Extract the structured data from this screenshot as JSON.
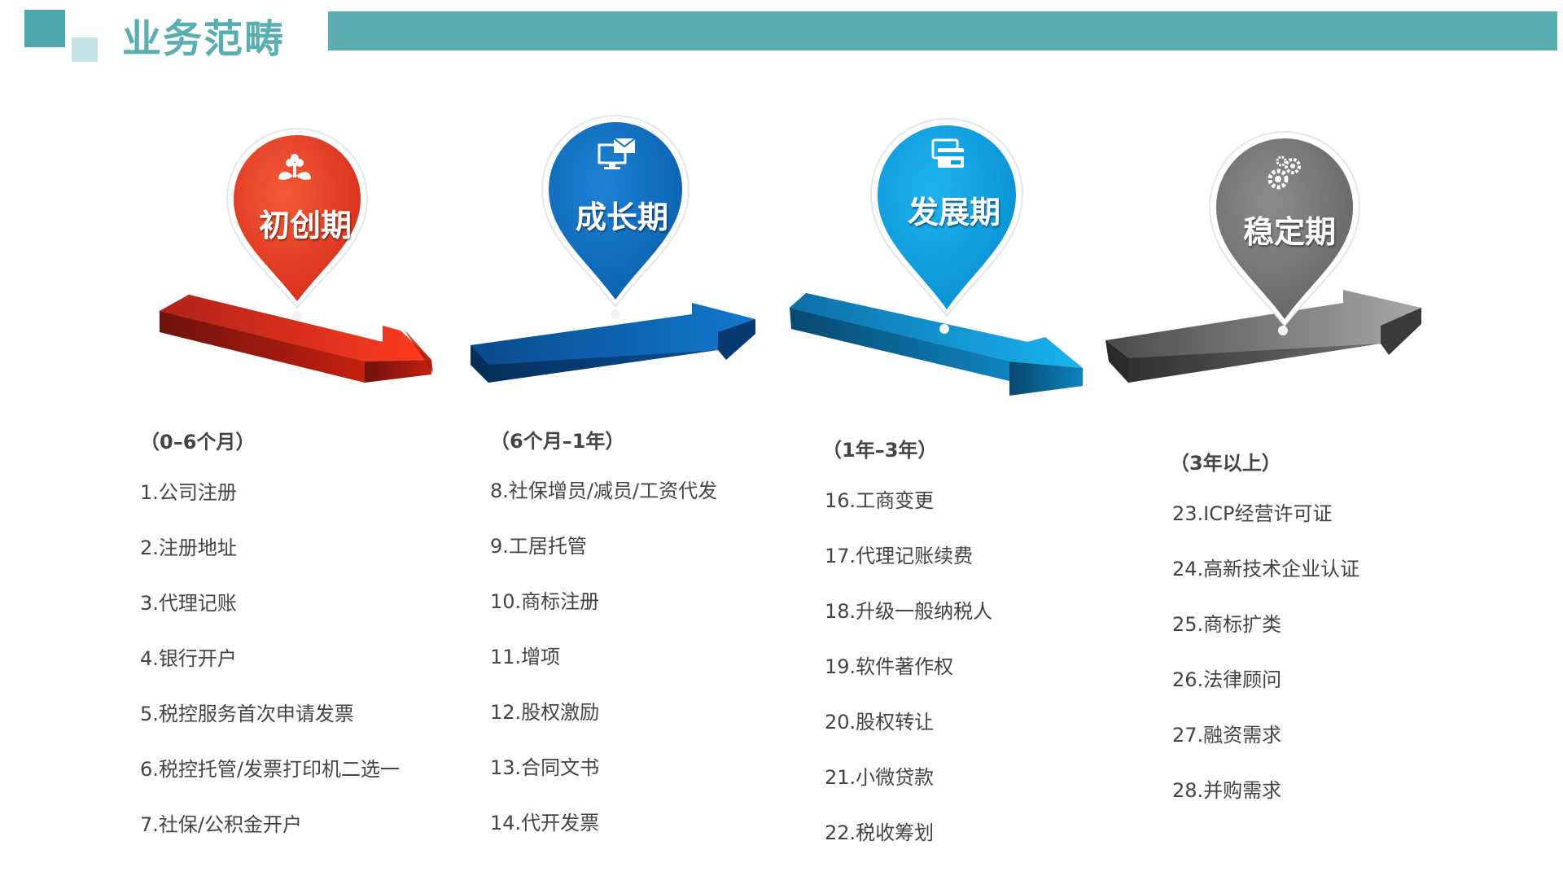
{
  "header": {
    "title": "业务范畴"
  },
  "colors": {
    "accent": "#5aaeb0",
    "stage_red": "#e8402a",
    "stage_blue": "#0d6fc0",
    "stage_cyan": "#0a9fe0",
    "stage_gray": "#7a7a7a"
  },
  "stages": [
    {
      "name": "初创期",
      "period": "（0–6个月）",
      "icon": "flower-icon",
      "color": "#e8402a",
      "items": [
        "1.公司注册",
        "2.注册地址",
        "3.代理记账",
        "4.银行开户",
        "5.税控服务首次申请发票",
        "6.税控托管/发票打印机二选一",
        "7.社保/公积金开户"
      ]
    },
    {
      "name": "成长期",
      "period": "（6个月–1年）",
      "icon": "computer-mail-icon",
      "color": "#0d6fc0",
      "items": [
        "8.社保增员/减员/工资代发",
        "9.工居托管",
        "10.商标注册",
        "11.增项",
        "12.股权激励",
        "13.合同文书",
        "14.代开发票"
      ]
    },
    {
      "name": "发展期",
      "period": "（1年–3年）",
      "icon": "credit-card-icon",
      "color": "#0a9fe0",
      "items": [
        "16.工商变更",
        "17.代理记账续费",
        "18.升级一般纳税人",
        "19.软件著作权",
        "20.股权转让",
        "21.小微贷款",
        "22.税收筹划"
      ]
    },
    {
      "name": "稳定期",
      "period": "（3年以上）",
      "icon": "gears-icon",
      "color": "#7a7a7a",
      "items": [
        "23.ICP经营许可证",
        "24.高新技术企业认证",
        "25.商标扩类",
        "26.法律顾问",
        "27.融资需求",
        "28.并购需求"
      ]
    }
  ]
}
